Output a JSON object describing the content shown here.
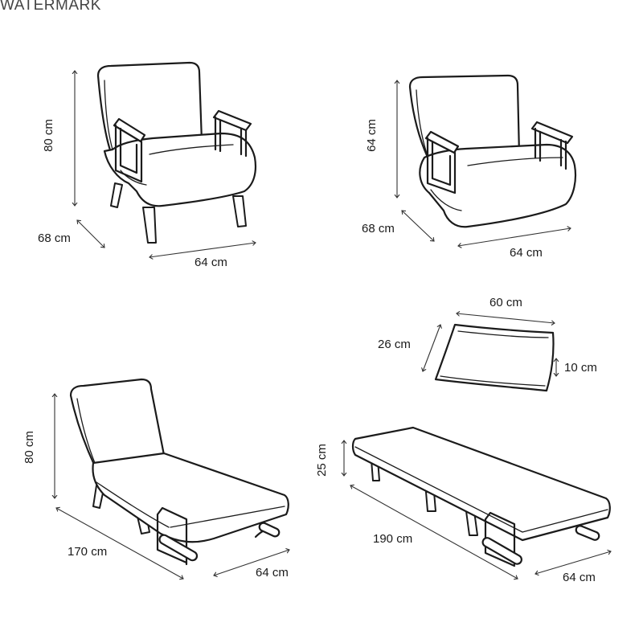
{
  "watermark": "WATERMARK",
  "views": {
    "armchair": {
      "height": "80 cm",
      "depth": "68 cm",
      "width": "64 cm"
    },
    "folded": {
      "height": "64 cm",
      "depth": "68 cm",
      "width": "64 cm"
    },
    "pillow": {
      "width": "60 cm",
      "depth": "26 cm",
      "thickness": "10 cm"
    },
    "lounger": {
      "height": "80 cm",
      "length": "170 cm",
      "width": "64 cm"
    },
    "bed": {
      "height": "25 cm",
      "length": "190 cm",
      "width": "64 cm"
    }
  }
}
